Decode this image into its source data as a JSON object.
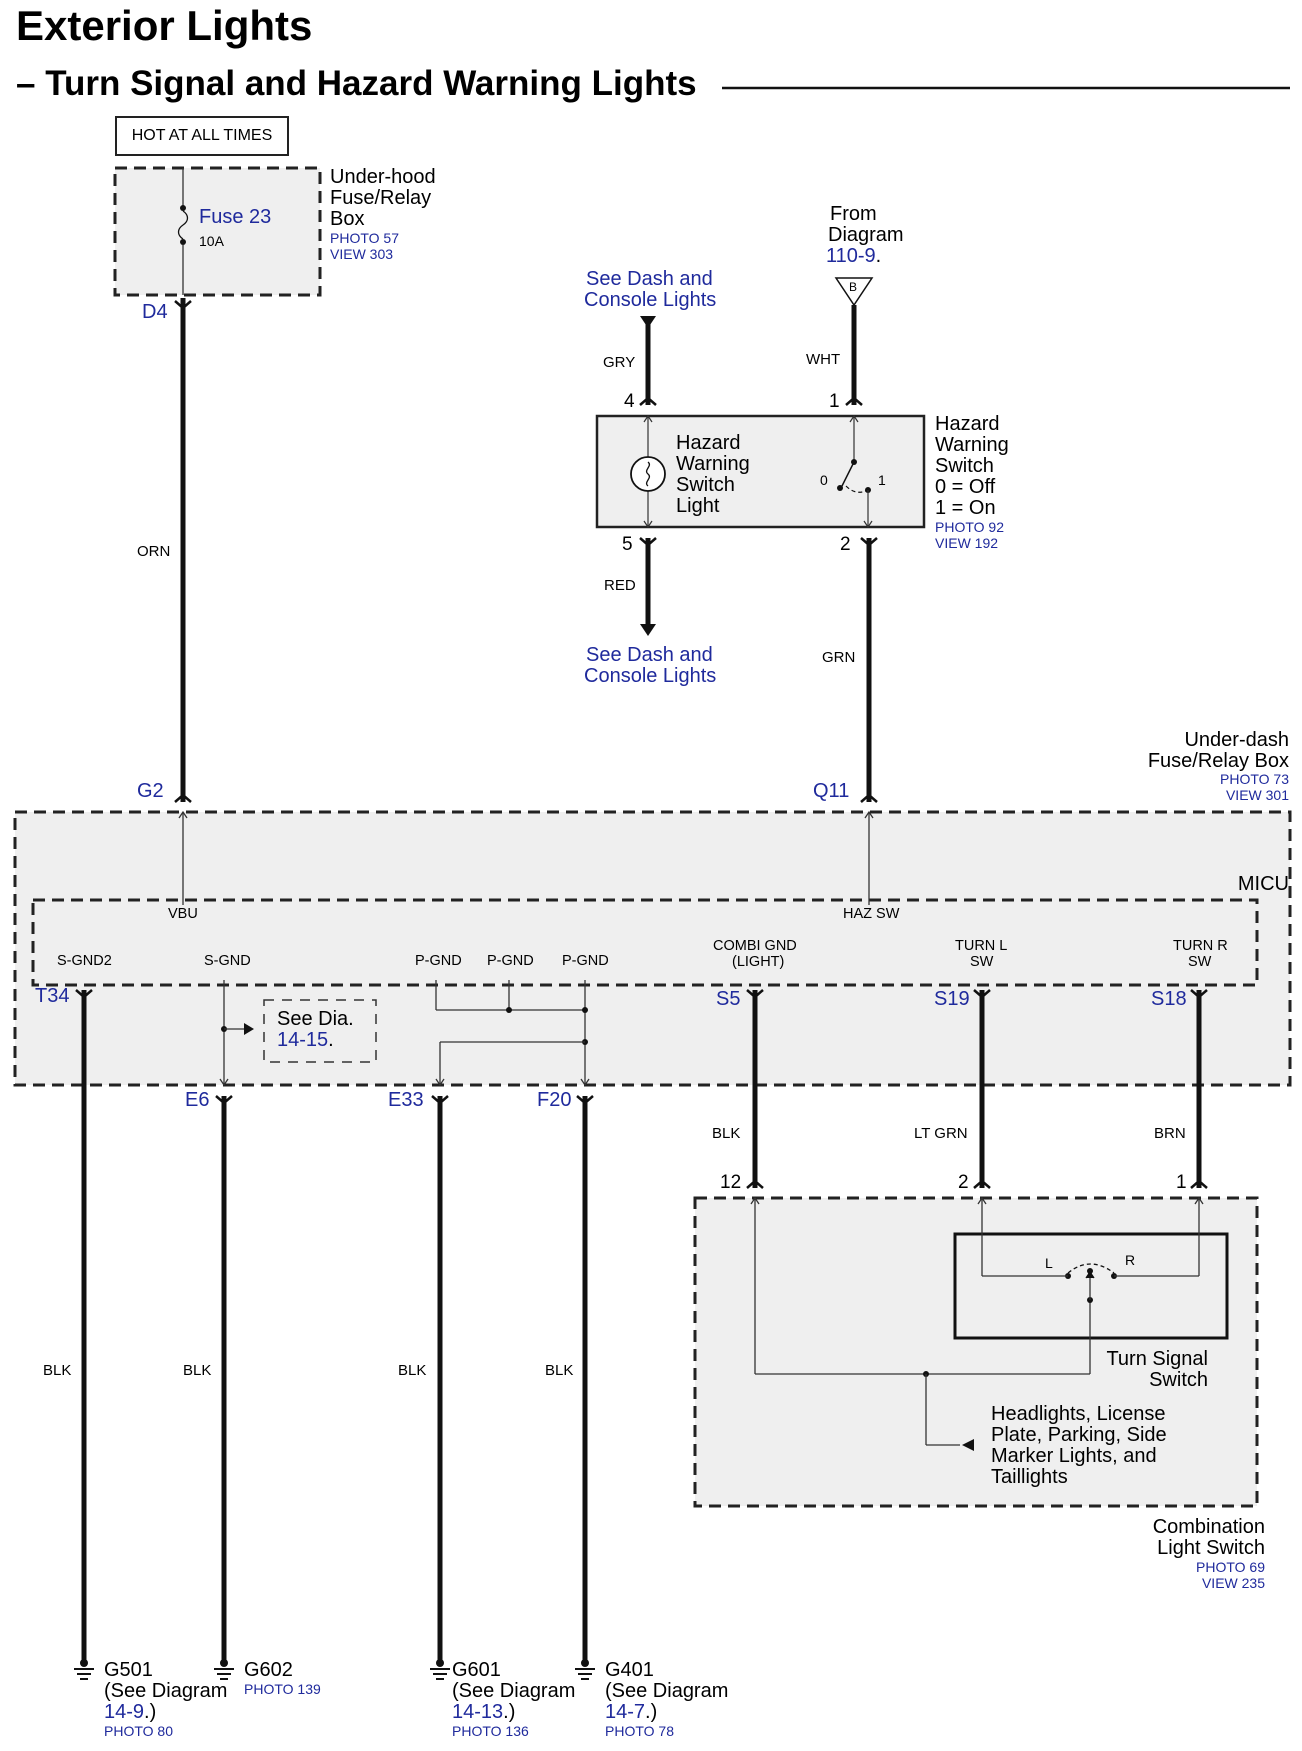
{
  "header": {
    "title": "Exterior Lights",
    "subtitle": "– Turn Signal and Hazard Warning Lights"
  },
  "power": {
    "hot_label": "HOT AT ALL TIMES",
    "fuse_name": "Fuse 23",
    "fuse_rating": "10A",
    "box_name_1": "Under-hood",
    "box_name_2": "Fuse/Relay",
    "box_name_3": "Box",
    "box_photo": "PHOTO 57",
    "box_view": "VIEW 303",
    "connector": "D4",
    "wire": "ORN"
  },
  "from_diagram": {
    "line1": "From",
    "line2": "Diagram",
    "ref": "110-9",
    "ref_suffix": ".",
    "flag": "B"
  },
  "dash_top": {
    "line1": "See Dash and",
    "line2": "Console Lights",
    "wire": "GRY",
    "pin": "4"
  },
  "dash_bottom": {
    "line1": "See Dash and",
    "line2": "Console Lights",
    "wire": "RED",
    "pin": "5"
  },
  "hazard": {
    "light_l1": "Hazard",
    "light_l2": "Warning",
    "light_l3": "Switch",
    "light_l4": "Light",
    "pos0": "0",
    "pos1": "1",
    "name_l1": "Hazard",
    "name_l2": "Warning",
    "name_l3": "Switch",
    "name_l4": "0 = Off",
    "name_l5": "1 = On",
    "photo": "PHOTO 92",
    "view": "VIEW 192",
    "pin_in": "1",
    "pin_out": "2",
    "wire_in": "WHT",
    "wire_out": "GRN"
  },
  "underdash": {
    "name_l1": "Under-dash",
    "name_l2": "Fuse/Relay Box",
    "photo": "PHOTO 73",
    "view": "VIEW 301",
    "micu": "MICU",
    "g2": "G2",
    "q11": "Q11",
    "vbu": "VBU",
    "haz_sw": "HAZ SW",
    "sgnd2": "S-GND2",
    "sgnd": "S-GND",
    "pgnd": "P-GND",
    "combi_l1": "COMBI GND",
    "combi_l2": "(LIGHT)",
    "turnl_l1": "TURN L",
    "turnl_l2": "SW",
    "turnr_l1": "TURN R",
    "turnr_l2": "SW",
    "t34": "T34",
    "s5": "S5",
    "s19": "S19",
    "s18": "S18",
    "e6": "E6",
    "e33": "E33",
    "f20": "F20",
    "see_dia": "See Dia.",
    "see_dia_ref": "14-15",
    "see_dia_suffix": "."
  },
  "wires": {
    "blk": "BLK",
    "lt_grn": "LT GRN",
    "brn": "BRN"
  },
  "combo": {
    "pin12": "12",
    "pin2": "2",
    "pin1": "1",
    "l": "L",
    "r": "R",
    "turn_l1": "Turn Signal",
    "turn_l2": "Switch",
    "head_l1": "Headlights, License",
    "head_l2": "Plate, Parking, Side",
    "head_l3": "Marker Lights, and",
    "head_l4": "Taillights",
    "name_l1": "Combination",
    "name_l2": "Light Switch",
    "photo": "PHOTO 69",
    "view": "VIEW 235"
  },
  "grounds": {
    "g501": "G501",
    "g501_see": "(See Diagram",
    "g501_ref": "14-9",
    "g501_end": ".)",
    "g501_photo": "PHOTO 80",
    "g602": "G602",
    "g602_photo": "PHOTO 139",
    "g601": "G601",
    "g601_see": "(See Diagram",
    "g601_ref": "14-13",
    "g601_end": ".)",
    "g601_photo": "PHOTO 136",
    "g401": "G401",
    "g401_see": "(See Diagram",
    "g401_ref": "14-7",
    "g401_end": ".)",
    "g401_photo": "PHOTO 78"
  }
}
